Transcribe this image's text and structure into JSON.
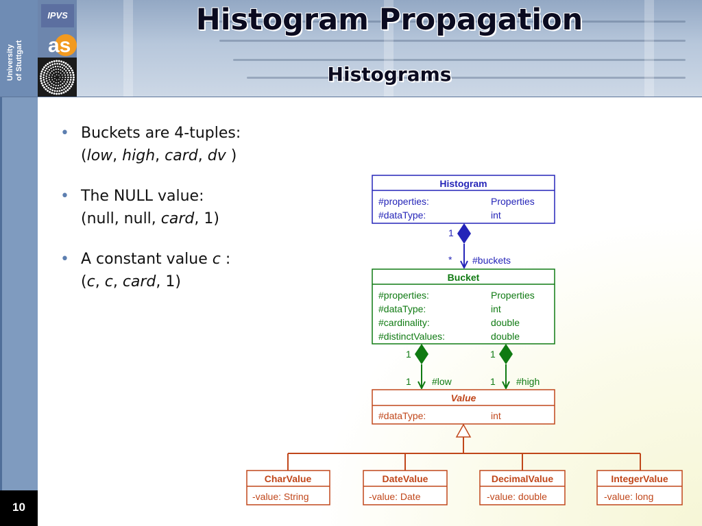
{
  "header": {
    "title": "Histogram Propagation",
    "subtitle": "Histograms",
    "university_line1": "University",
    "university_line2": "of Stuttgart",
    "ipvs_logo": "IPVS",
    "as_logo": "as"
  },
  "page_number": "10",
  "bullets": [
    {
      "line1": "Buckets are 4-tuples:",
      "open": "(",
      "low": "low",
      "high": "high",
      "card": "card",
      "dv": "dv",
      "close": " )",
      "sep": ", "
    },
    {
      "line1": "The NULL value:",
      "prefix": "(null, null, ",
      "card": "card",
      "suffix": ", 1)"
    },
    {
      "line1_prefix": "A constant value ",
      "c": "c",
      "line1_suffix": " :",
      "open": "(",
      "c1": "c",
      "c2": "c",
      "card": "card",
      "suffix": ", 1)",
      "sep": ", "
    }
  ],
  "diagram": {
    "colors": {
      "histogram": "#2424b8",
      "bucket": "#0f7a12",
      "value": "#c0461a"
    },
    "histogram": {
      "name": "Histogram",
      "attrs": [
        {
          "name": "#properties:",
          "type": "Properties"
        },
        {
          "name": "#dataType:",
          "type": "int"
        }
      ]
    },
    "assoc_buckets": {
      "mult_from": "1",
      "mult_to": "*",
      "role": "#buckets"
    },
    "bucket": {
      "name": "Bucket",
      "attrs": [
        {
          "name": "#properties:",
          "type": "Properties"
        },
        {
          "name": "#dataType:",
          "type": "int"
        },
        {
          "name": "#cardinality:",
          "type": "double"
        },
        {
          "name": "#distinctValues:",
          "type": "double"
        }
      ]
    },
    "assoc_low": {
      "mult_from": "1",
      "mult_to": "1",
      "role": "#low"
    },
    "assoc_high": {
      "mult_from": "1",
      "mult_to": "1",
      "role": "#high"
    },
    "value": {
      "name": "Value",
      "attrs": [
        {
          "name": "#dataType:",
          "type": "int"
        }
      ]
    },
    "subclasses": [
      {
        "name": "CharValue",
        "attr": "-value: String"
      },
      {
        "name": "DateValue",
        "attr": "-value: Date"
      },
      {
        "name": "DecimalValue",
        "attr": "-value: double"
      },
      {
        "name": "IntegerValue",
        "attr": "-value: long"
      }
    ]
  }
}
